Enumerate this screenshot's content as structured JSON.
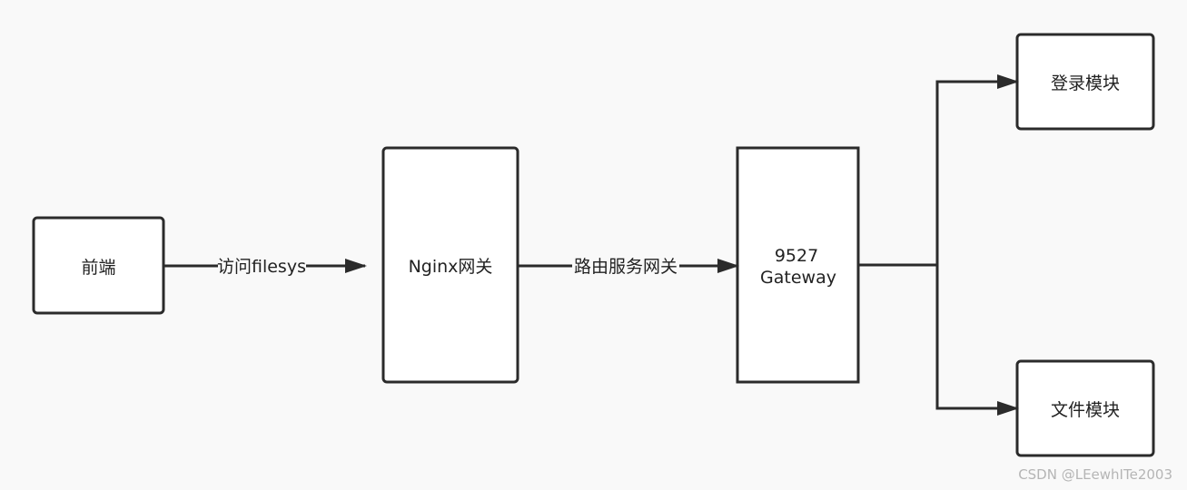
{
  "nodes": {
    "frontend": "前端",
    "nginx": "Nginx网关",
    "gateway_port": "9527",
    "gateway_name": "Gateway",
    "login": "登录模块",
    "file": "文件模块"
  },
  "edges": {
    "frontend_to_nginx": "访问filesys",
    "nginx_to_gateway": "路由服务网关"
  },
  "watermark": "CSDN @LEewhITe2003",
  "colors": {
    "background": "#f9f9f9",
    "stroke": "#2b2b2b",
    "node_fill": "#ffffff",
    "text": "#222222"
  }
}
